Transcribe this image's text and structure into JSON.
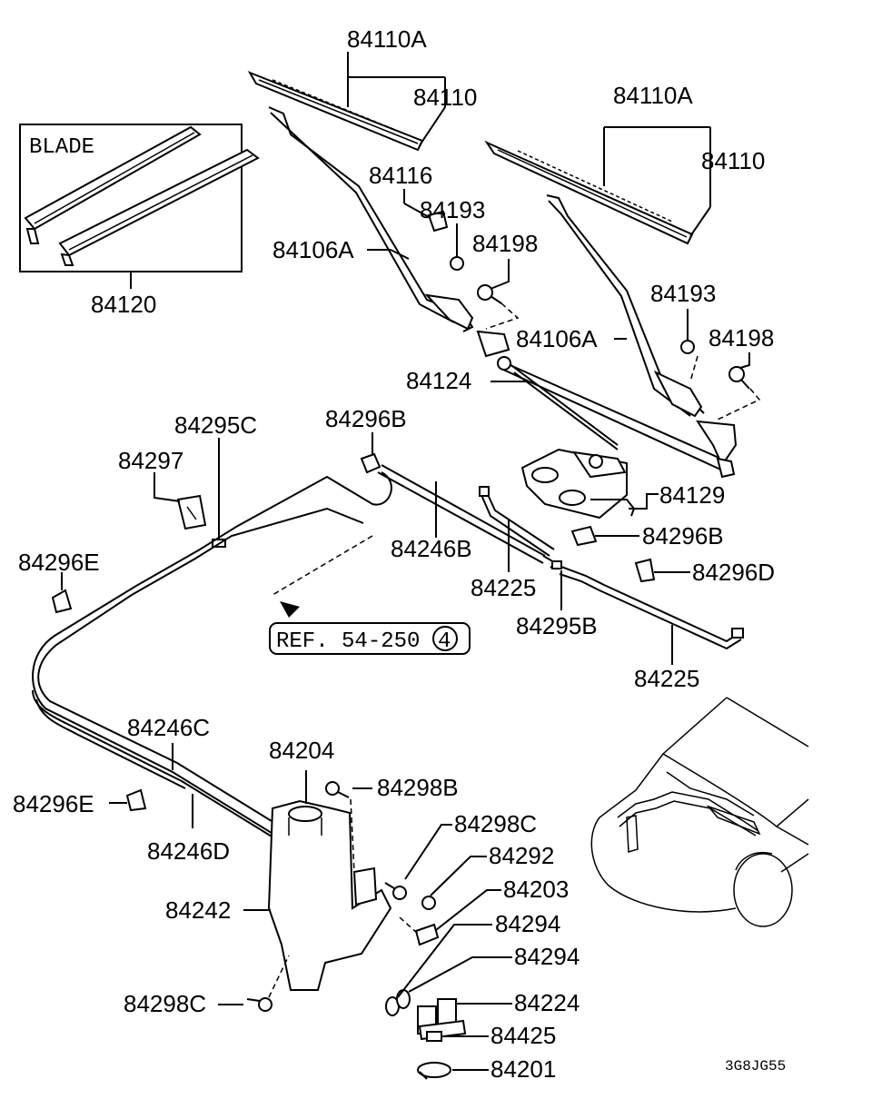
{
  "diagram": {
    "blade_box_label": "BLADE",
    "ref_label": "REF. 54-250",
    "ref_circle": "4",
    "code": "3G8JG55",
    "labels": {
      "p84110A_left": "84110A",
      "p84110_left": "84110",
      "p84116": "84116",
      "p84193_left": "84193",
      "p84198_left": "84198",
      "p84106A_left": "84106A",
      "p84120": "84120",
      "p84110A_right": "84110A",
      "p84110_right": "84110",
      "p84193_right": "84193",
      "p84198_right": "84198",
      "p84106A_right": "84106A",
      "p84124": "84124",
      "p84296B_top": "84296B",
      "p84295C": "84295C",
      "p84297": "84297",
      "p84129": "84129",
      "p84296B_mid": "84296B",
      "p84246B": "84246B",
      "p84296E_top": "84296E",
      "p84225_mid": "84225",
      "p84296D": "84296D",
      "p84295B": "84295B",
      "p84225_low": "84225",
      "p84246C": "84246C",
      "p84204": "84204",
      "p84298B": "84298B",
      "p84296E_low": "84296E",
      "p84298C_right": "84298C",
      "p84246D": "84246D",
      "p84292": "84292",
      "p84203": "84203",
      "p84242": "84242",
      "p84294_a": "84294",
      "p84294_b": "84294",
      "p84298C_left": "84298C",
      "p84224": "84224",
      "p84425": "84425",
      "p84201": "84201"
    }
  }
}
